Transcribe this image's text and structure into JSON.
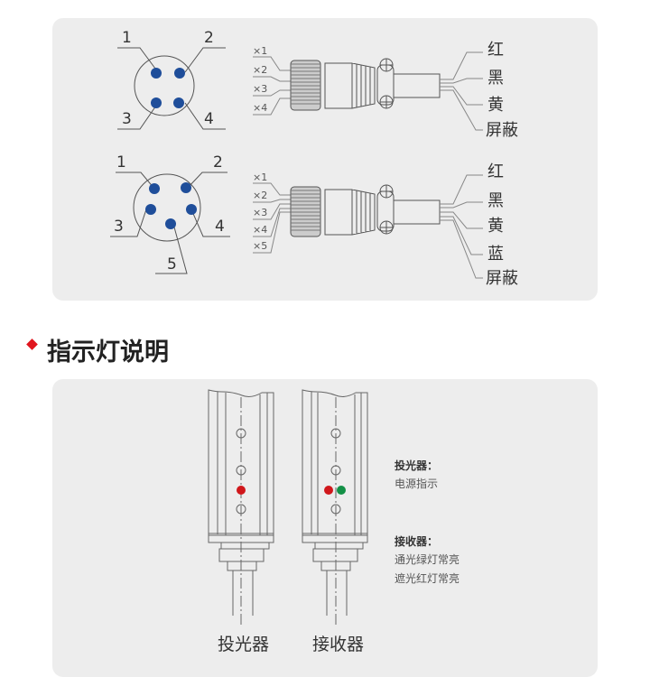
{
  "wiring": {
    "four_pin": {
      "pins": [
        "1",
        "2",
        "3",
        "4"
      ],
      "wires": [
        "×1",
        "×2",
        "×3",
        "×4"
      ],
      "colors": [
        "红",
        "黑",
        "黄",
        "屏蔽"
      ]
    },
    "five_pin": {
      "pins": [
        "1",
        "2",
        "3",
        "4",
        "5"
      ],
      "wires": [
        "×1",
        "×2",
        "×3",
        "×4",
        "×5"
      ],
      "colors": [
        "红",
        "黑",
        "黄",
        "蓝",
        "屏蔽"
      ]
    },
    "pin_color": "#1f4e9a"
  },
  "indicator": {
    "title": "指示灯说明",
    "emitter_label": "投光器",
    "receiver_label": "接收器",
    "emitter_heading": "投光器：",
    "emitter_desc": "电源指示",
    "receiver_heading": "接收器：",
    "receiver_desc1": "通光绿灯常亮",
    "receiver_desc2": "遮光红灯常亮",
    "red": "#d0171b",
    "green": "#139046"
  }
}
